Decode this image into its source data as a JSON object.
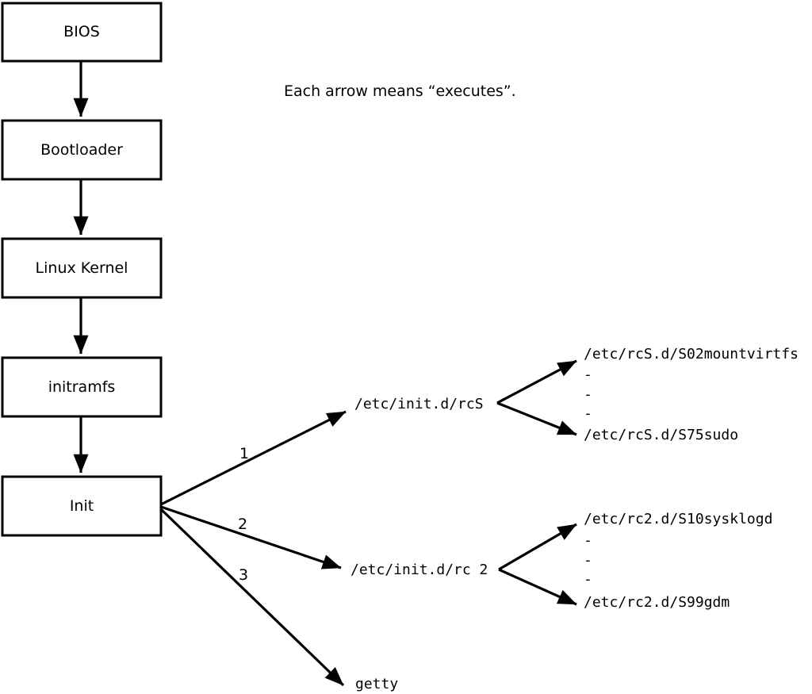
{
  "colors": {
    "ink": "#000000",
    "paper": "#ffffff"
  },
  "note": "Each arrow means “executes”.",
  "chain": [
    {
      "label": "BIOS"
    },
    {
      "label": "Bootloader"
    },
    {
      "label": "Linux Kernel"
    },
    {
      "label": "initramfs"
    },
    {
      "label": "Init"
    }
  ],
  "branches": [
    {
      "num": "1",
      "target": "/etc/init.d/rcS"
    },
    {
      "num": "2",
      "target": "/etc/init.d/rc 2"
    },
    {
      "num": "3",
      "target": "getty"
    }
  ],
  "rcS_scripts": {
    "first": "/etc/rcS.d/S02mountvirtfs",
    "dots": [
      "-",
      "-",
      "-"
    ],
    "last": "/etc/rcS.d/S75sudo"
  },
  "rc2_scripts": {
    "first": "/etc/rc2.d/S10sysklogd",
    "dots": [
      "-",
      "-",
      "-"
    ],
    "last": "/etc/rc2.d/S99gdm"
  }
}
